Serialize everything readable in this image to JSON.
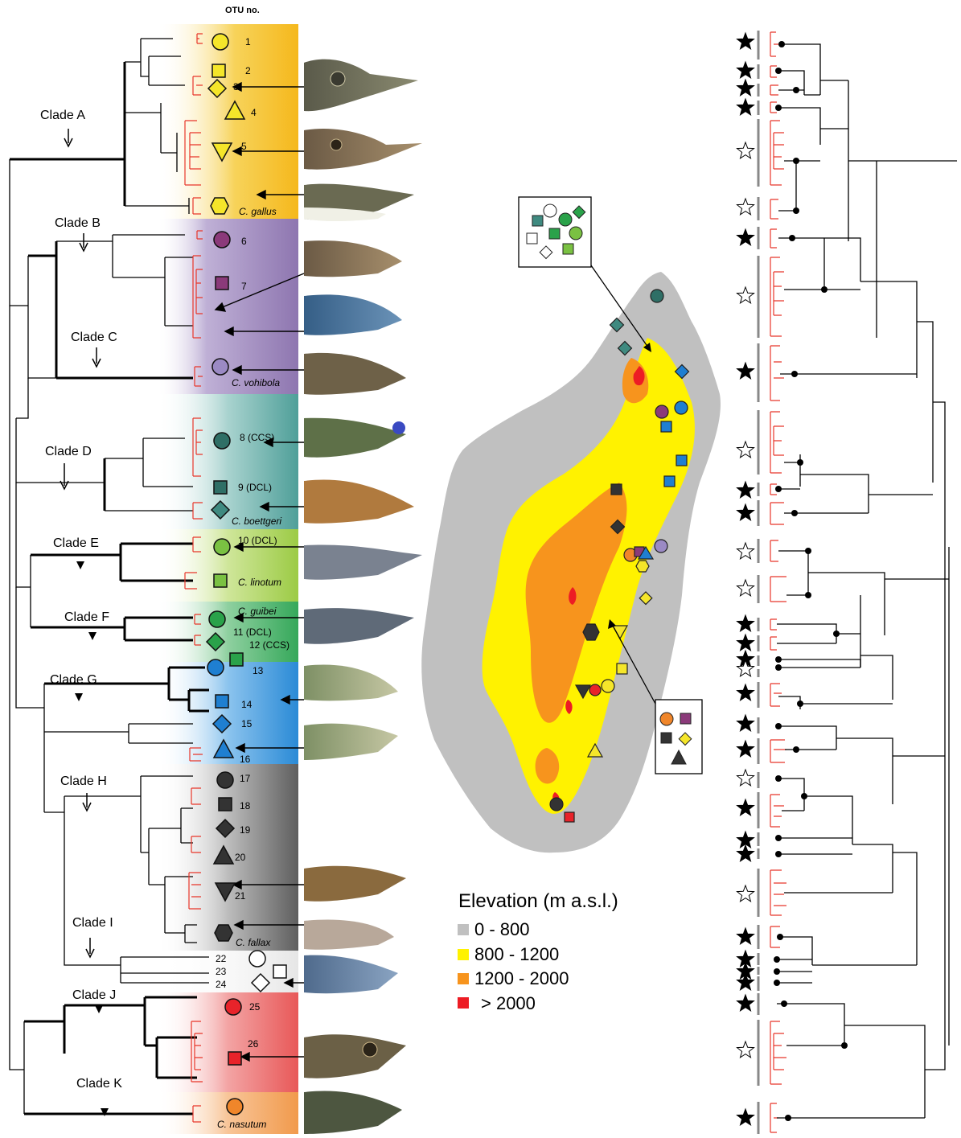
{
  "header": {
    "otu_title": "OTU no."
  },
  "colors": {
    "clade_a": "#f5c21a",
    "clade_b": "#8e76b0",
    "clade_d": "#54a5a0",
    "clade_e": "#a8cf4a",
    "clade_f": "#3fae5f",
    "clade_g": "#2f8fd8",
    "clade_h": "#6e6e6e",
    "clade_i": "#d8d8d8",
    "clade_j": "#e85a5a",
    "clade_k": "#f39a4a",
    "map_low": "#c0c0c0",
    "map_mid": "#fff200",
    "map_high": "#f7941d",
    "map_top": "#ed1c24",
    "tree_tip": "#e8362a"
  },
  "clades": [
    {
      "id": "clade-a",
      "label": "Clade A"
    },
    {
      "id": "clade-b",
      "label": "Clade B"
    },
    {
      "id": "clade-c",
      "label": "Clade C"
    },
    {
      "id": "clade-d",
      "label": "Clade D"
    },
    {
      "id": "clade-e",
      "label": "Clade E"
    },
    {
      "id": "clade-f",
      "label": "Clade F"
    },
    {
      "id": "clade-g",
      "label": "Clade G"
    },
    {
      "id": "clade-h",
      "label": "Clade H"
    },
    {
      "id": "clade-i",
      "label": "Clade I"
    },
    {
      "id": "clade-j",
      "label": "Clade J"
    },
    {
      "id": "clade-k",
      "label": "Clade K"
    }
  ],
  "otus": [
    {
      "label": "1",
      "shape": "circle",
      "color": "#f5e62a"
    },
    {
      "label": "2",
      "shape": "square",
      "color": "#f5e62a"
    },
    {
      "label": "3",
      "shape": "diamond",
      "color": "#f5e62a"
    },
    {
      "label": "4",
      "shape": "triangle",
      "color": "#f5e62a"
    },
    {
      "label": "5",
      "shape": "triangle-down",
      "color": "#f5e62a"
    },
    {
      "label": "C. gallus",
      "shape": "hexagon",
      "color": "#f5e62a"
    },
    {
      "label": "6",
      "shape": "circle",
      "color": "#8b3a7a"
    },
    {
      "label": "7",
      "shape": "square",
      "color": "#8b3a7a"
    },
    {
      "label": "C. vohibola",
      "shape": "circle",
      "color": "#9b8ac4"
    },
    {
      "label": "8 (CCS)",
      "shape": "circle",
      "color": "#2f6f66"
    },
    {
      "label": "9 (DCL)",
      "shape": "square",
      "color": "#2f6f66"
    },
    {
      "label": "C. boettgeri",
      "shape": "diamond",
      "color": "#3f8a80"
    },
    {
      "label": "10 (DCL)",
      "shape": "circle",
      "color": "#7ac142"
    },
    {
      "label": "C. linotum",
      "shape": "square",
      "color": "#7ac142"
    },
    {
      "label": "C. guibei",
      "shape": "circle",
      "color": "#2aa24a"
    },
    {
      "label": "11 (DCL)",
      "shape": "diamond",
      "color": "#2aa24a"
    },
    {
      "label": "12 (CCS)",
      "shape": "square",
      "color": "#2aa24a"
    },
    {
      "label": "13",
      "shape": "circle",
      "color": "#1f7fd1"
    },
    {
      "label": "14",
      "shape": "square",
      "color": "#1f7fd1"
    },
    {
      "label": "15",
      "shape": "diamond",
      "color": "#1f7fd1"
    },
    {
      "label": "16",
      "shape": "triangle",
      "color": "#1f7fd1"
    },
    {
      "label": "17",
      "shape": "circle",
      "color": "#333333"
    },
    {
      "label": "18",
      "shape": "square",
      "color": "#333333"
    },
    {
      "label": "19",
      "shape": "diamond",
      "color": "#333333"
    },
    {
      "label": "20",
      "shape": "triangle",
      "color": "#333333"
    },
    {
      "label": "21",
      "shape": "triangle-down",
      "color": "#333333"
    },
    {
      "label": "C. fallax",
      "shape": "hexagon",
      "color": "#333333"
    },
    {
      "label": "22",
      "shape": "circle",
      "color": "#ffffff"
    },
    {
      "label": "23",
      "shape": "square",
      "color": "#ffffff"
    },
    {
      "label": "24",
      "shape": "diamond",
      "color": "#ffffff"
    },
    {
      "label": "25",
      "shape": "circle",
      "color": "#e8232a"
    },
    {
      "label": "26",
      "shape": "square",
      "color": "#e8232a"
    },
    {
      "label": "C. nasutum",
      "shape": "circle",
      "color": "#f0862a"
    }
  ],
  "legend": {
    "title": "Elevation (m a.s.l.)",
    "items": [
      {
        "label": "0 - 800",
        "color": "#c0c0c0"
      },
      {
        "label": "800 - 1200",
        "color": "#fff200"
      },
      {
        "label": "1200 - 2000",
        "color": "#f7941d"
      },
      {
        "label": "> 2000",
        "color": "#ed1c24"
      }
    ]
  },
  "right_tree": {
    "star_pattern": [
      "filled",
      "filled",
      "filled",
      "filled",
      "open",
      "open",
      "filled",
      "open",
      "filled",
      "open",
      "filled",
      "filled",
      "open",
      "open",
      "filled",
      "filled",
      "filled",
      "open",
      "filled",
      "filled",
      "filled",
      "open",
      "filled",
      "filled",
      "filled",
      "open",
      "filled",
      "filled",
      "filled",
      "filled",
      "filled",
      "open",
      "filled"
    ]
  }
}
